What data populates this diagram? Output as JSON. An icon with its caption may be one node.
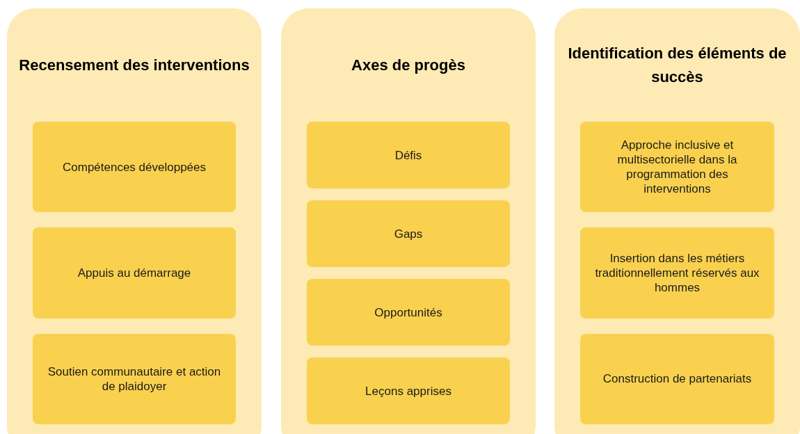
{
  "diagram": {
    "nodes": [
      {
        "text": [
          "Recensement des interventions"
        ]
      },
      {
        "text": [
          "Compétences développées"
        ],
        "in": 0
      },
      {
        "text": [
          "Appuis au démarrage"
        ],
        "in": 0
      },
      {
        "text": [
          "Soutien communautaire et action de plaidoyer"
        ],
        "in": 0
      },
      {
        "text": [
          "Axes de progès"
        ]
      },
      {
        "text": [
          "Défis"
        ],
        "in": 4
      },
      {
        "text": [
          "Gaps"
        ],
        "in": 4
      },
      {
        "text": [
          "Opportunités"
        ],
        "in": 4
      },
      {
        "text": [
          "Leçons apprises"
        ],
        "in": 4
      },
      {
        "text": [
          "Identification des éléments de succès"
        ]
      },
      {
        "text": [
          "Approche inclusive et multisectorielle dans la programmation des interventions"
        ],
        "in": 9
      },
      {
        "text": [
          "Insertion dans les métiers traditionnellement réservés aux hommes"
        ],
        "in": 9
      },
      {
        "text": [
          "Construction de partenariats"
        ],
        "in": 9
      }
    ]
  }
}
